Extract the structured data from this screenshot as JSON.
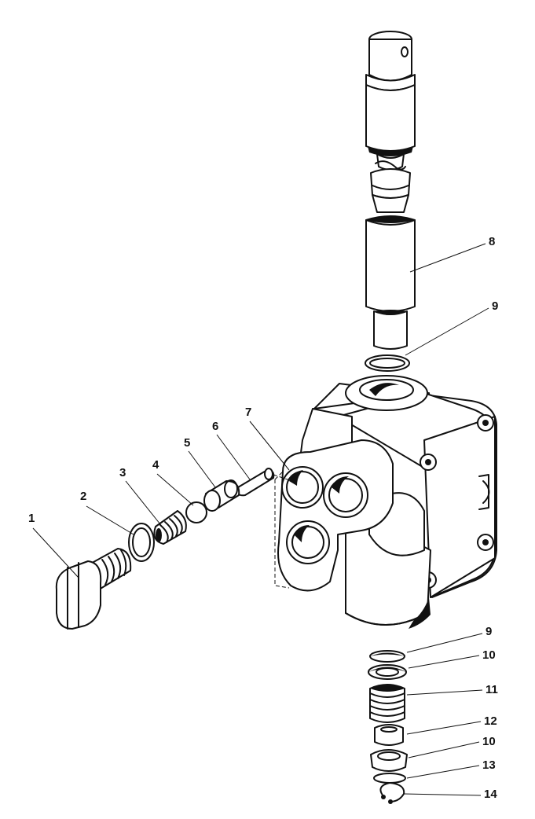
{
  "callouts": {
    "c1": "1",
    "c2": "2",
    "c3": "3",
    "c4": "4",
    "c5": "5",
    "c6": "6",
    "c7": "7",
    "c8": "8",
    "c9_top": "9",
    "c9_bottom": "9",
    "c10_a": "10",
    "c11": "11",
    "c12": "12",
    "c10_b": "10",
    "c13": "13",
    "c14": "14"
  }
}
